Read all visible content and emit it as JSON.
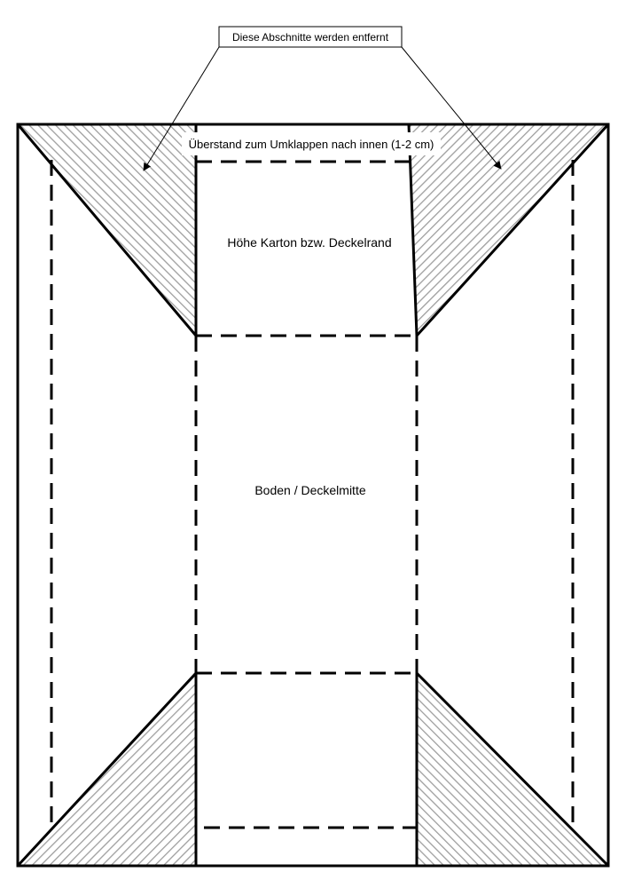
{
  "callout": {
    "text": "Diese Abschnitte werden entfernt"
  },
  "labels": {
    "overhang": "Überstand zum Umklappen nach innen (1-2 cm)",
    "height": "Höhe Karton bzw. Deckelrand",
    "bottom": "Boden / Deckelmitte"
  },
  "colors": {
    "line": "#000000",
    "hatch": "#9e9e9e",
    "background": "#ffffff"
  }
}
